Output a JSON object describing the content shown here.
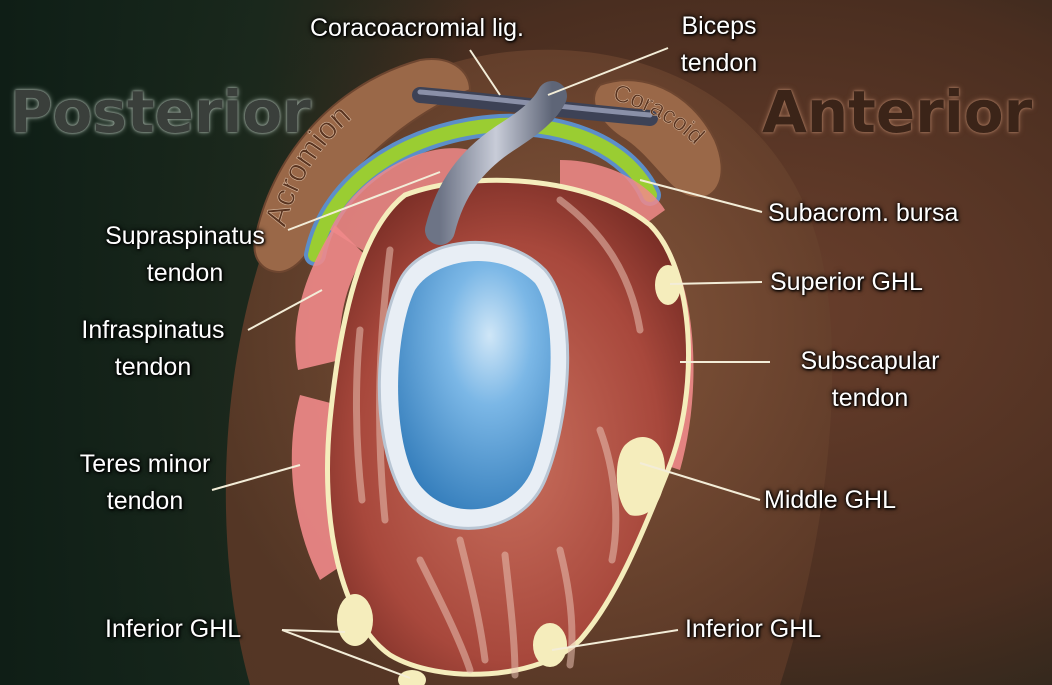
{
  "headings": {
    "posterior": "Posterior",
    "anterior": "Anterior"
  },
  "structures": {
    "acromion": "Acromion",
    "coracoid": "Coracoid"
  },
  "labels": {
    "coracoacromial": "Coracoacromial lig.",
    "biceps_line1": "Biceps",
    "biceps_line2": "tendon",
    "subacrom": "Subacrom. bursa",
    "supraspinatus_line1": "Supraspinatus",
    "supraspinatus_line2": "tendon",
    "superior_ghl": "Superior GHL",
    "infraspinatus_line1": "Infraspinatus",
    "infraspinatus_line2": "tendon",
    "subscapular_line1": "Subscapular",
    "subscapular_line2": "tendon",
    "teres_line1": "Teres minor",
    "teres_line2": "tendon",
    "middle_ghl": "Middle GHL",
    "inferior_ghl_left": "Inferior GHL",
    "inferior_ghl_right": "Inferior GHL"
  },
  "colors": {
    "posterior_text": "#3a3f3b",
    "anterior_text": "#3b2418",
    "leader_line": "#f3edd8",
    "glenoid": "#4f9fd8",
    "muscle": "#a8483c",
    "tendon_pink": "#f08a8a",
    "ligament_cream": "#f5edbc",
    "bursa": "#9acd32",
    "bone": "#9a6848"
  }
}
